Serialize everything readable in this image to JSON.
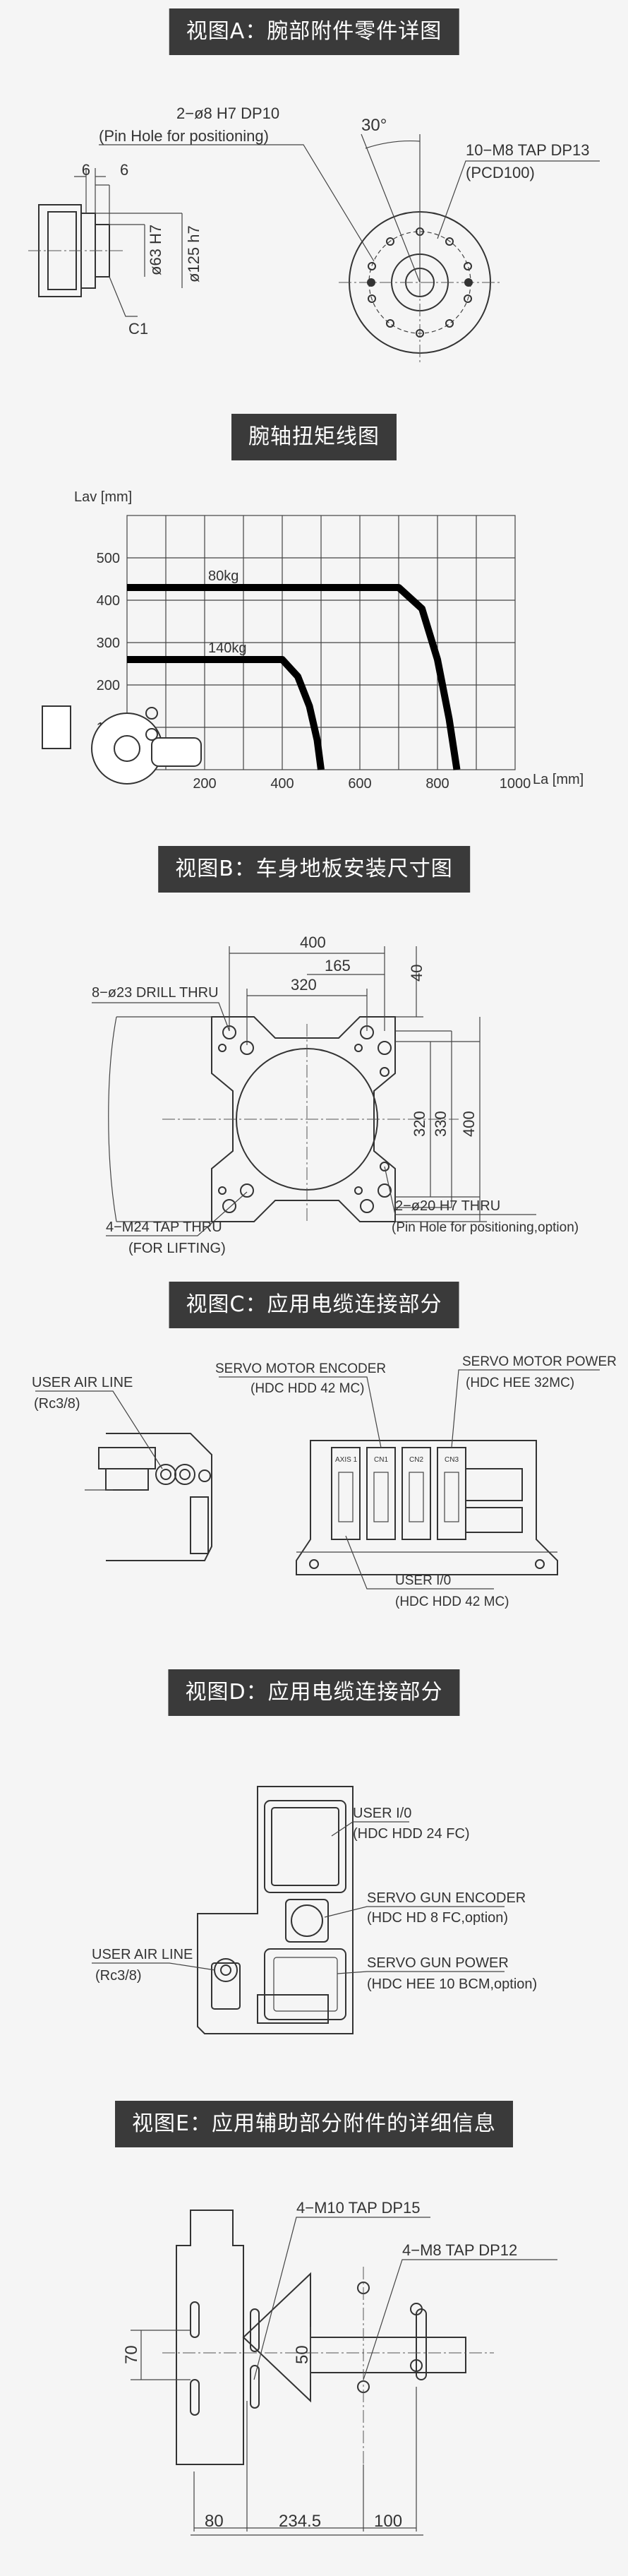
{
  "sections": {
    "a": {
      "title": "视图A：腕部附件零件详图"
    },
    "torque": {
      "title": "腕轴扭矩线图"
    },
    "b": {
      "title": "视图B：车身地板安装尺寸图"
    },
    "c": {
      "title": "视图C：应用电缆连接部分"
    },
    "d": {
      "title": "视图D：应用电缆连接部分"
    },
    "e": {
      "title": "视图E：应用辅助部分附件的详细信息"
    }
  },
  "view_a": {
    "pin_hole": "2−ø8 H7 DP10",
    "pin_hole_note": "(Pin Hole for positioning)",
    "dim_6_outer": "6",
    "dim_6_inner": "6",
    "dia_63": "ø63 H7",
    "dia_125": "ø125 h7",
    "chamfer": "C1",
    "angle": "30°",
    "tap": "10−M8 TAP DP13",
    "pcd": "(PCD100)"
  },
  "chart_data": {
    "type": "line",
    "title": "",
    "xlabel": "La [mm]",
    "ylabel": "Lav [mm]",
    "xlim": [
      0,
      1000
    ],
    "ylim": [
      0,
      600
    ],
    "xticks": [
      200,
      400,
      600,
      800,
      1000
    ],
    "yticks": [
      100,
      200,
      300,
      400,
      500
    ],
    "grid": true,
    "series": [
      {
        "name": "80kg",
        "x": [
          0,
          700,
          760,
          800,
          830,
          850
        ],
        "y": [
          430,
          430,
          380,
          260,
          120,
          0
        ]
      },
      {
        "name": "140kg",
        "x": [
          0,
          400,
          440,
          470,
          490,
          500
        ],
        "y": [
          260,
          260,
          220,
          150,
          70,
          0
        ]
      }
    ]
  },
  "view_b": {
    "dim_400_top": "400",
    "dim_165": "165",
    "dim_320_top": "320",
    "dim_40": "40",
    "dim_320_side": "320",
    "dim_330": "330",
    "dim_400_side": "400",
    "drill": "8−ø23 DRILL THRU",
    "tap_lift": "4−M24 TAP THRU",
    "tap_lift_note": "(FOR LIFTING)",
    "pin": "2−ø20 H7 THRU",
    "pin_note": "(Pin Hole for positioning,option)"
  },
  "view_c": {
    "air": "USER AIR LINE",
    "air_spec": "(Rc3/8)",
    "encoder": "SERVO MOTOR ENCODER",
    "encoder_spec": "(HDC HDD 42 MC)",
    "power": "SERVO MOTOR POWER",
    "power_spec": "(HDC HEE 32MC)",
    "io": "USER I/0",
    "io_spec": "(HDC HDD 42 MC)",
    "conn1": "AXIS 1",
    "conn2": "CN1",
    "conn3": "CN2",
    "conn4": "CN3"
  },
  "view_d": {
    "io": "USER I/0",
    "io_spec": "(HDC HDD 24 FC)",
    "gun_enc": "SERVO GUN ENCODER",
    "gun_enc_spec": "(HDC HD 8 FC,option)",
    "air": "USER AIR LINE",
    "air_spec": "(Rc3/8)",
    "gun_pow": "SERVO GUN POWER",
    "gun_pow_spec": "(HDC HEE 10 BCM,option)"
  },
  "view_e": {
    "tap10": "4−M10 TAP DP15",
    "tap8": "4−M8 TAP DP12",
    "dim_70": "70",
    "dim_50": "50",
    "dim_80": "80",
    "dim_234": "234.5",
    "dim_100": "100"
  }
}
